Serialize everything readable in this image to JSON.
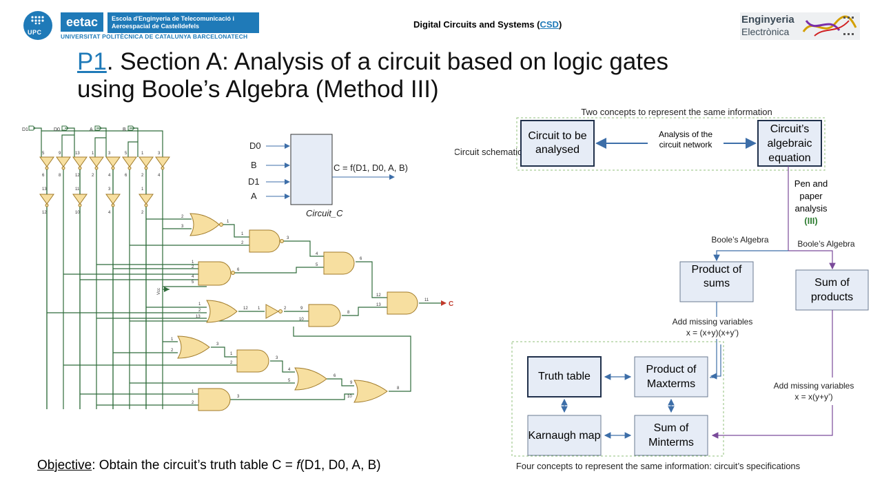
{
  "header": {
    "upc_label": "UPC",
    "eetac_label": "eetac",
    "school_name_line1": "Escola d'Enginyeria de Telecomunicació i",
    "school_name_line2": "Aeroespacial de Castelldefels",
    "university_line": "UNIVERSITAT POLITÈCNICA DE CATALUNYA   BARCELONATECH",
    "course_prefix": "Digital Circuits and Systems (",
    "course_link": "CSD",
    "course_suffix": ")",
    "eng_logo_line1": "Enginyeria",
    "eng_logo_line2": "Electrònica"
  },
  "title": {
    "link": "P1",
    "line1_rest": ". Section A: Analysis of a circuit based on logic gates",
    "line2": "using Boole’s Algebra (Method III)"
  },
  "circuit": {
    "inputs": [
      "D1",
      "D0",
      "A",
      "B"
    ],
    "block_inputs": [
      "D0",
      "B",
      "D1",
      "A"
    ],
    "block_name": "Circuit_C",
    "block_output": "C = f(D1, D0, A, B)",
    "output_label": "C",
    "vcc_label": "Vcc",
    "top_inverter_pins": [
      [
        "5",
        "6"
      ],
      [
        "9",
        "8"
      ],
      [
        "13",
        "12"
      ],
      [
        "1",
        "2"
      ],
      [
        "3",
        "4"
      ],
      [
        "5",
        "6"
      ],
      [
        "1",
        "2"
      ],
      [
        "3",
        "4"
      ]
    ],
    "bottom_inverter_pins": [
      [
        "13",
        "12"
      ],
      [
        "11",
        "10"
      ],
      [
        "3",
        "4"
      ],
      [
        "1",
        "2"
      ]
    ],
    "gate_pins": {
      "g1": [
        "2",
        "3",
        "1"
      ],
      "g2": [
        "1",
        "2",
        "3"
      ],
      "g3": [
        "4",
        "5",
        "6"
      ],
      "g4": [
        "1",
        "2",
        "4",
        "5",
        "6"
      ],
      "g5": [
        "12",
        "13",
        "11"
      ],
      "g6": [
        "1",
        "2",
        "13",
        "12"
      ],
      "inv": [
        "1",
        "2"
      ],
      "g7": [
        "9",
        "10",
        "8"
      ],
      "g8": [
        "1",
        "2",
        "3"
      ],
      "g9": [
        "1",
        "2",
        "3"
      ],
      "g10": [
        "4",
        "5",
        "6"
      ],
      "g11": [
        "9",
        "10",
        "8"
      ],
      "g12": [
        "1",
        "2",
        "3"
      ]
    }
  },
  "concept_map": {
    "top_caption": "Two concepts to represent the same information",
    "side_label": "Circuit schematic",
    "circuit_box": "Circuit to be analysed",
    "analysis_label": "Analysis of the circuit network",
    "equation_box": "Circuit’s algebraic equation",
    "pen_paper": "Pen and paper analysis",
    "method": "(III)",
    "boole_left": "Boole’s Algebra",
    "boole_right": "Boole’s Algebra",
    "pos_box": "Product of sums",
    "sop_box": "Sum of products",
    "add_missing_left": "Add missing variables",
    "add_missing_left_eq": "x = (x+y)(x+y’)",
    "add_missing_right": "Add missing variables",
    "add_missing_right_eq": "x = x(y+y’)",
    "truth_table": "Truth table",
    "maxterms": "Product of Maxterms",
    "karnaugh": "Karnaugh map",
    "minterms": "Sum of Minterms",
    "bottom_caption": "Four concepts to represent the same information: circuit’s specifications"
  },
  "objective": {
    "label": "Objective",
    "text_before": ": Obtain the circuit’s truth table C = ",
    "f": "f",
    "text_after": "(D1, D0, A, B)"
  },
  "colors": {
    "accent_blue": "#1f7ab8",
    "gate_fill": "#f7dfa0",
    "gate_stroke": "#a07a28",
    "wire": "#2e6b3a",
    "box_fill": "#e6ecf6",
    "box_stroke": "#1f2f4a",
    "arrow_blue": "#3d6ea8",
    "arrow_purple": "#7a4a9a",
    "dash_green": "#8fbf7a",
    "method_green": "#2e7d32"
  }
}
